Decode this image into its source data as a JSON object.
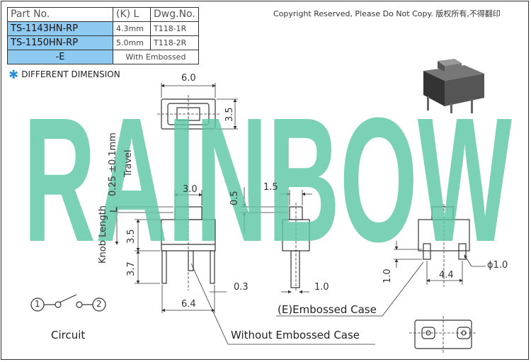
{
  "part_table": {
    "headers": {
      "part_no": "Part No.",
      "kl": "(K)  L",
      "dwg_no": "Dwg.No."
    },
    "rows": [
      {
        "part_no": "TS-1143HN-RP",
        "l": "4.3mm",
        "dwg": "T118-1R"
      },
      {
        "part_no": "TS-1150HN-RP",
        "l": "5.0mm",
        "dwg": "T118-2R"
      },
      {
        "part_no": "-E",
        "note": "With Embossed"
      }
    ]
  },
  "copyright": "Copyright Reserved, Please Do Not Copy. 版权所有,不得翻印",
  "different_dimension": "DIFFERENT DIMENSION",
  "watermark": "RAINBOW",
  "dimensions": {
    "top_width": "6.0",
    "top_height": "3.5",
    "front_width": "3.0",
    "front_3_5": "3.5",
    "front_3_7": "3.7",
    "front_6_4": "6.4",
    "front_0_3": "0.3",
    "side_1_5": "1.5",
    "side_0_5": "0.5",
    "side_1_0": "1.0",
    "travel": "0.25 ±0.1mm",
    "travel_word": "Travel",
    "knob_length": "Knob Length",
    "knob_l": "L",
    "right_4_4": "4.4",
    "right_phi": "ϕ1.0",
    "right_1_0": "1.0"
  },
  "circuit": {
    "label": "Circuit",
    "pin1": "1",
    "pin2": "2"
  },
  "callouts": {
    "embossed": "(E)Embossed Case",
    "without": "Without Embossed Case"
  }
}
